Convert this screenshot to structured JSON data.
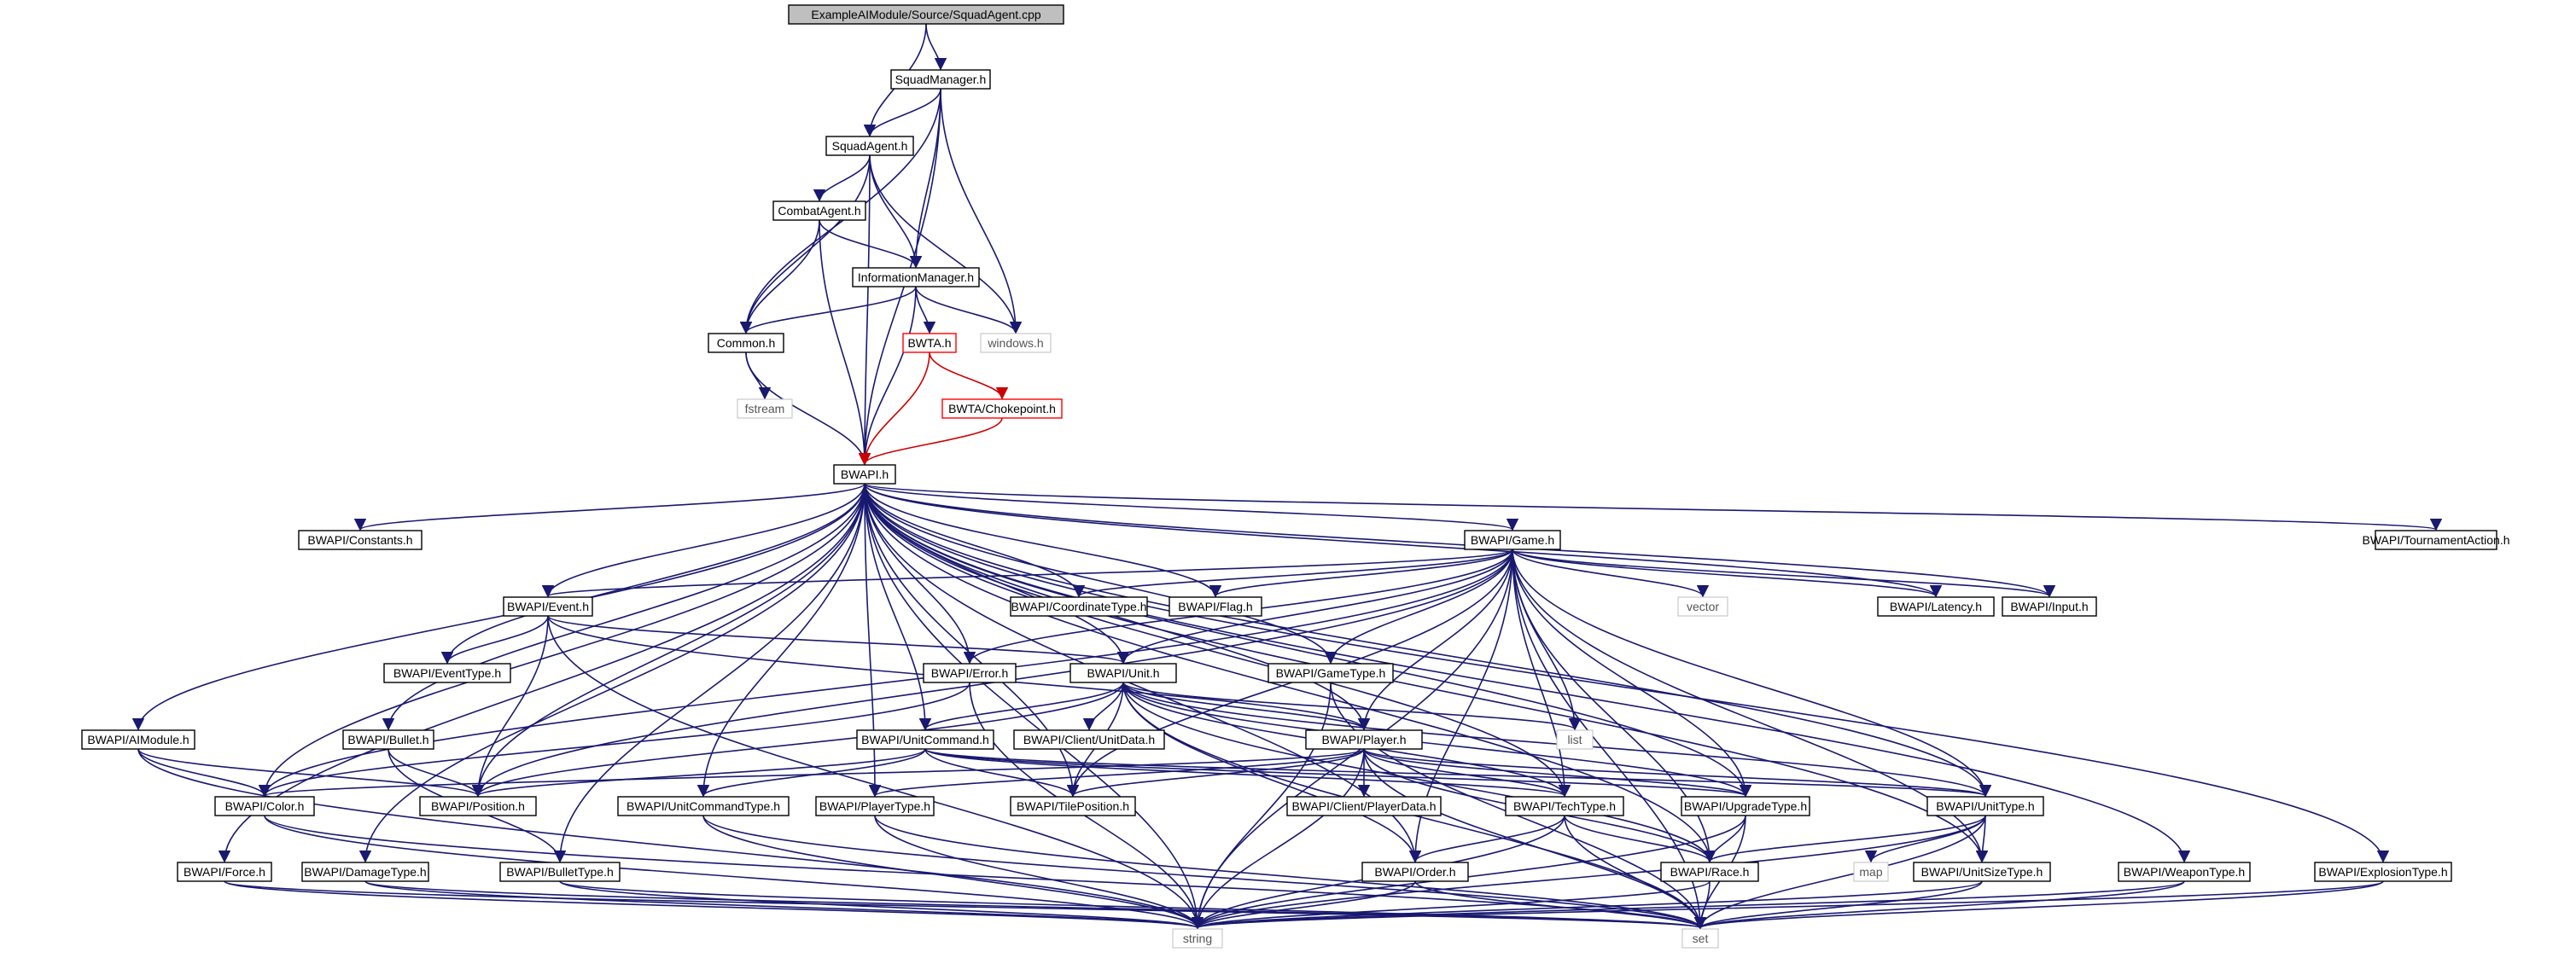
{
  "nodes": [
    {
      "id": "root",
      "label": "ExampleAIModule/Source/SquadAgent.cpp",
      "style": "root"
    },
    {
      "id": "squadmanager",
      "label": "SquadManager.h",
      "style": "normal"
    },
    {
      "id": "squadagent",
      "label": "SquadAgent.h",
      "style": "normal"
    },
    {
      "id": "combatagent",
      "label": "CombatAgent.h",
      "style": "normal"
    },
    {
      "id": "infomanager",
      "label": "InformationManager.h",
      "style": "normal"
    },
    {
      "id": "common",
      "label": "Common.h",
      "style": "normal"
    },
    {
      "id": "bwta",
      "label": "BWTA.h",
      "style": "red"
    },
    {
      "id": "windows",
      "label": "windows.h",
      "style": "external"
    },
    {
      "id": "fstream",
      "label": "fstream",
      "style": "external"
    },
    {
      "id": "chokepoint",
      "label": "BWTA/Chokepoint.h",
      "style": "red"
    },
    {
      "id": "bwapi",
      "label": "BWAPI.h",
      "style": "normal"
    },
    {
      "id": "constants",
      "label": "BWAPI/Constants.h",
      "style": "normal"
    },
    {
      "id": "game",
      "label": "BWAPI/Game.h",
      "style": "normal"
    },
    {
      "id": "tournament",
      "label": "BWAPI/TournamentAction.h",
      "style": "normal"
    },
    {
      "id": "event",
      "label": "BWAPI/Event.h",
      "style": "normal"
    },
    {
      "id": "coordtype",
      "label": "BWAPI/CoordinateType.h",
      "style": "normal"
    },
    {
      "id": "flag",
      "label": "BWAPI/Flag.h",
      "style": "normal"
    },
    {
      "id": "vector",
      "label": "vector",
      "style": "external"
    },
    {
      "id": "latency",
      "label": "BWAPI/Latency.h",
      "style": "normal"
    },
    {
      "id": "input",
      "label": "BWAPI/Input.h",
      "style": "normal"
    },
    {
      "id": "eventtype",
      "label": "BWAPI/EventType.h",
      "style": "normal"
    },
    {
      "id": "error",
      "label": "BWAPI/Error.h",
      "style": "normal"
    },
    {
      "id": "unit",
      "label": "BWAPI/Unit.h",
      "style": "normal"
    },
    {
      "id": "gametype",
      "label": "BWAPI/GameType.h",
      "style": "normal"
    },
    {
      "id": "aimodule",
      "label": "BWAPI/AIModule.h",
      "style": "normal"
    },
    {
      "id": "bullet",
      "label": "BWAPI/Bullet.h",
      "style": "normal"
    },
    {
      "id": "unitcommand",
      "label": "BWAPI/UnitCommand.h",
      "style": "normal"
    },
    {
      "id": "clientunitdata",
      "label": "BWAPI/Client/UnitData.h",
      "style": "normal"
    },
    {
      "id": "player",
      "label": "BWAPI/Player.h",
      "style": "normal"
    },
    {
      "id": "list",
      "label": "list",
      "style": "external"
    },
    {
      "id": "color",
      "label": "BWAPI/Color.h",
      "style": "normal"
    },
    {
      "id": "position",
      "label": "BWAPI/Position.h",
      "style": "normal"
    },
    {
      "id": "unitcommandtype",
      "label": "BWAPI/UnitCommandType.h",
      "style": "normal"
    },
    {
      "id": "playertype",
      "label": "BWAPI/PlayerType.h",
      "style": "normal"
    },
    {
      "id": "tileposition",
      "label": "BWAPI/TilePosition.h",
      "style": "normal"
    },
    {
      "id": "clientplayerdata",
      "label": "BWAPI/Client/PlayerData.h",
      "style": "normal"
    },
    {
      "id": "techtype",
      "label": "BWAPI/TechType.h",
      "style": "normal"
    },
    {
      "id": "upgradetype",
      "label": "BWAPI/UpgradeType.h",
      "style": "normal"
    },
    {
      "id": "unittype",
      "label": "BWAPI/UnitType.h",
      "style": "normal"
    },
    {
      "id": "force",
      "label": "BWAPI/Force.h",
      "style": "normal"
    },
    {
      "id": "damagetype",
      "label": "BWAPI/DamageType.h",
      "style": "normal"
    },
    {
      "id": "bullettype",
      "label": "BWAPI/BulletType.h",
      "style": "normal"
    },
    {
      "id": "order",
      "label": "BWAPI/Order.h",
      "style": "normal"
    },
    {
      "id": "race",
      "label": "BWAPI/Race.h",
      "style": "normal"
    },
    {
      "id": "map",
      "label": "map",
      "style": "external"
    },
    {
      "id": "unitsizetype",
      "label": "BWAPI/UnitSizeType.h",
      "style": "normal"
    },
    {
      "id": "weapontype",
      "label": "BWAPI/WeaponType.h",
      "style": "normal"
    },
    {
      "id": "explosiontype",
      "label": "BWAPI/ExplosionType.h",
      "style": "normal"
    },
    {
      "id": "string",
      "label": "string",
      "style": "external"
    },
    {
      "id": "set",
      "label": "set",
      "style": "external"
    }
  ],
  "edges": [
    [
      "root",
      "squadagent"
    ],
    [
      "root",
      "squadmanager"
    ],
    [
      "squadmanager",
      "squadagent"
    ],
    [
      "squadmanager",
      "common"
    ],
    [
      "squadmanager",
      "infomanager"
    ],
    [
      "squadmanager",
      "windows"
    ],
    [
      "squadmanager",
      "bwapi"
    ],
    [
      "squadagent",
      "combatagent"
    ],
    [
      "squadagent",
      "common"
    ],
    [
      "squadagent",
      "infomanager"
    ],
    [
      "squadagent",
      "windows"
    ],
    [
      "squadagent",
      "bwapi"
    ],
    [
      "combatagent",
      "infomanager"
    ],
    [
      "combatagent",
      "common"
    ],
    [
      "combatagent",
      "bwapi"
    ],
    [
      "infomanager",
      "common"
    ],
    [
      "infomanager",
      "bwta"
    ],
    [
      "infomanager",
      "windows"
    ],
    [
      "infomanager",
      "bwapi"
    ],
    [
      "common",
      "fstream"
    ],
    [
      "common",
      "bwapi"
    ],
    [
      "bwta",
      "chokepoint"
    ],
    [
      "bwta",
      "bwapi"
    ],
    [
      "chokepoint",
      "bwapi"
    ],
    [
      "bwapi",
      "constants"
    ],
    [
      "bwapi",
      "game"
    ],
    [
      "bwapi",
      "tournament"
    ],
    [
      "bwapi",
      "event"
    ],
    [
      "bwapi",
      "coordtype"
    ],
    [
      "bwapi",
      "flag"
    ],
    [
      "bwapi",
      "latency"
    ],
    [
      "bwapi",
      "input"
    ],
    [
      "bwapi",
      "eventtype"
    ],
    [
      "bwapi",
      "error"
    ],
    [
      "bwapi",
      "unit"
    ],
    [
      "bwapi",
      "gametype"
    ],
    [
      "bwapi",
      "aimodule"
    ],
    [
      "bwapi",
      "bullet"
    ],
    [
      "bwapi",
      "unitcommand"
    ],
    [
      "bwapi",
      "player"
    ],
    [
      "bwapi",
      "color"
    ],
    [
      "bwapi",
      "position"
    ],
    [
      "bwapi",
      "unitcommandtype"
    ],
    [
      "bwapi",
      "playertype"
    ],
    [
      "bwapi",
      "tileposition"
    ],
    [
      "bwapi",
      "techtype"
    ],
    [
      "bwapi",
      "upgradetype"
    ],
    [
      "bwapi",
      "unittype"
    ],
    [
      "bwapi",
      "force"
    ],
    [
      "bwapi",
      "damagetype"
    ],
    [
      "bwapi",
      "bullettype"
    ],
    [
      "bwapi",
      "order"
    ],
    [
      "bwapi",
      "race"
    ],
    [
      "bwapi",
      "unitsizetype"
    ],
    [
      "bwapi",
      "weapontype"
    ],
    [
      "bwapi",
      "explosiontype"
    ],
    [
      "bwapi",
      "string"
    ],
    [
      "game",
      "event"
    ],
    [
      "game",
      "coordtype"
    ],
    [
      "game",
      "flag"
    ],
    [
      "game",
      "vector"
    ],
    [
      "game",
      "latency"
    ],
    [
      "game",
      "input"
    ],
    [
      "game",
      "error"
    ],
    [
      "game",
      "unit"
    ],
    [
      "game",
      "gametype"
    ],
    [
      "game",
      "list"
    ],
    [
      "game",
      "player"
    ],
    [
      "game",
      "position"
    ],
    [
      "game",
      "tileposition"
    ],
    [
      "game",
      "techtype"
    ],
    [
      "game",
      "upgradetype"
    ],
    [
      "game",
      "unittype"
    ],
    [
      "game",
      "order"
    ],
    [
      "game",
      "race"
    ],
    [
      "game",
      "unitsizetype"
    ],
    [
      "game",
      "set"
    ],
    [
      "game",
      "color"
    ],
    [
      "game",
      "string"
    ],
    [
      "event",
      "eventtype"
    ],
    [
      "event",
      "position"
    ],
    [
      "event",
      "unit"
    ],
    [
      "event",
      "player"
    ],
    [
      "event",
      "string"
    ],
    [
      "error",
      "color"
    ],
    [
      "error",
      "string"
    ],
    [
      "unit",
      "unitcommand"
    ],
    [
      "unit",
      "clientunitdata"
    ],
    [
      "unit",
      "player"
    ],
    [
      "unit",
      "order"
    ],
    [
      "unit",
      "tileposition"
    ],
    [
      "unit",
      "position"
    ],
    [
      "unit",
      "techtype"
    ],
    [
      "unit",
      "upgradetype"
    ],
    [
      "unit",
      "unittype"
    ],
    [
      "unit",
      "list"
    ],
    [
      "unit",
      "race"
    ],
    [
      "unit",
      "set"
    ],
    [
      "gametype",
      "string"
    ],
    [
      "gametype",
      "set"
    ],
    [
      "aimodule",
      "color"
    ],
    [
      "aimodule",
      "position"
    ],
    [
      "aimodule",
      "string"
    ],
    [
      "bullet",
      "position"
    ],
    [
      "bullet",
      "bullettype"
    ],
    [
      "unitcommand",
      "position"
    ],
    [
      "unitcommand",
      "tileposition"
    ],
    [
      "unitcommand",
      "unitcommandtype"
    ],
    [
      "unitcommand",
      "techtype"
    ],
    [
      "unitcommand",
      "upgradetype"
    ],
    [
      "unitcommand",
      "unittype"
    ],
    [
      "player",
      "color"
    ],
    [
      "player",
      "playertype"
    ],
    [
      "player",
      "tileposition"
    ],
    [
      "player",
      "clientplayerdata"
    ],
    [
      "player",
      "techtype"
    ],
    [
      "player",
      "upgradetype"
    ],
    [
      "player",
      "unittype"
    ],
    [
      "player",
      "race"
    ],
    [
      "player",
      "string"
    ],
    [
      "player",
      "set"
    ],
    [
      "color",
      "set"
    ],
    [
      "color",
      "string"
    ],
    [
      "unitcommandtype",
      "string"
    ],
    [
      "unitcommandtype",
      "set"
    ],
    [
      "playertype",
      "string"
    ],
    [
      "playertype",
      "set"
    ],
    [
      "techtype",
      "order"
    ],
    [
      "techtype",
      "race"
    ],
    [
      "techtype",
      "string"
    ],
    [
      "techtype",
      "set"
    ],
    [
      "upgradetype",
      "race"
    ],
    [
      "upgradetype",
      "string"
    ],
    [
      "upgradetype",
      "set"
    ],
    [
      "unittype",
      "race"
    ],
    [
      "unittype",
      "unitsizetype"
    ],
    [
      "unittype",
      "map"
    ],
    [
      "unittype",
      "string"
    ],
    [
      "unittype",
      "set"
    ],
    [
      "force",
      "string"
    ],
    [
      "force",
      "set"
    ],
    [
      "damagetype",
      "string"
    ],
    [
      "damagetype",
      "set"
    ],
    [
      "bullettype",
      "string"
    ],
    [
      "bullettype",
      "set"
    ],
    [
      "order",
      "string"
    ],
    [
      "order",
      "set"
    ],
    [
      "race",
      "string"
    ],
    [
      "race",
      "set"
    ],
    [
      "unitsizetype",
      "string"
    ],
    [
      "unitsizetype",
      "set"
    ],
    [
      "weapontype",
      "string"
    ],
    [
      "weapontype",
      "set"
    ],
    [
      "explosiontype",
      "string"
    ],
    [
      "explosiontype",
      "set"
    ]
  ],
  "colors": {
    "edge": "#191970",
    "edge_red": "#cc0000",
    "node_border": "#000000",
    "node_red": "#ff0000",
    "node_external": "#bfbfbf",
    "root_fill": "#bfbfbf",
    "external_text": "#555555"
  }
}
